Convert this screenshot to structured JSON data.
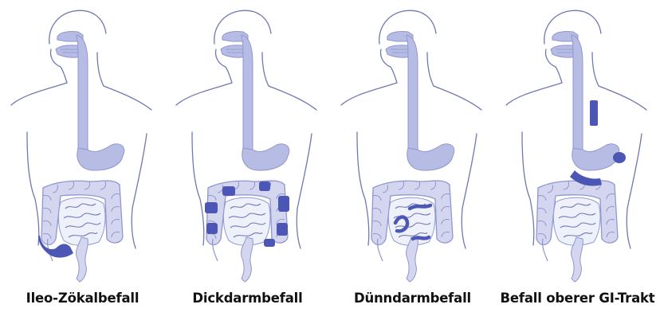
{
  "colors": {
    "outline": "#6f78b3",
    "organ_fill": "#b7bce4",
    "organ_stroke": "#8f97cf",
    "affected": "#4b56b5",
    "background": "#ffffff",
    "caption_text": "#111111"
  },
  "panels": [
    {
      "id": "ileocecal",
      "label": "Ileo-Zökalbefall"
    },
    {
      "id": "colon",
      "label": "Dickdarmbefall"
    },
    {
      "id": "small-intestine",
      "label": "Dünndarmbefall"
    },
    {
      "id": "upper-gi",
      "label": "Befall oberer GI-Trakt"
    }
  ]
}
